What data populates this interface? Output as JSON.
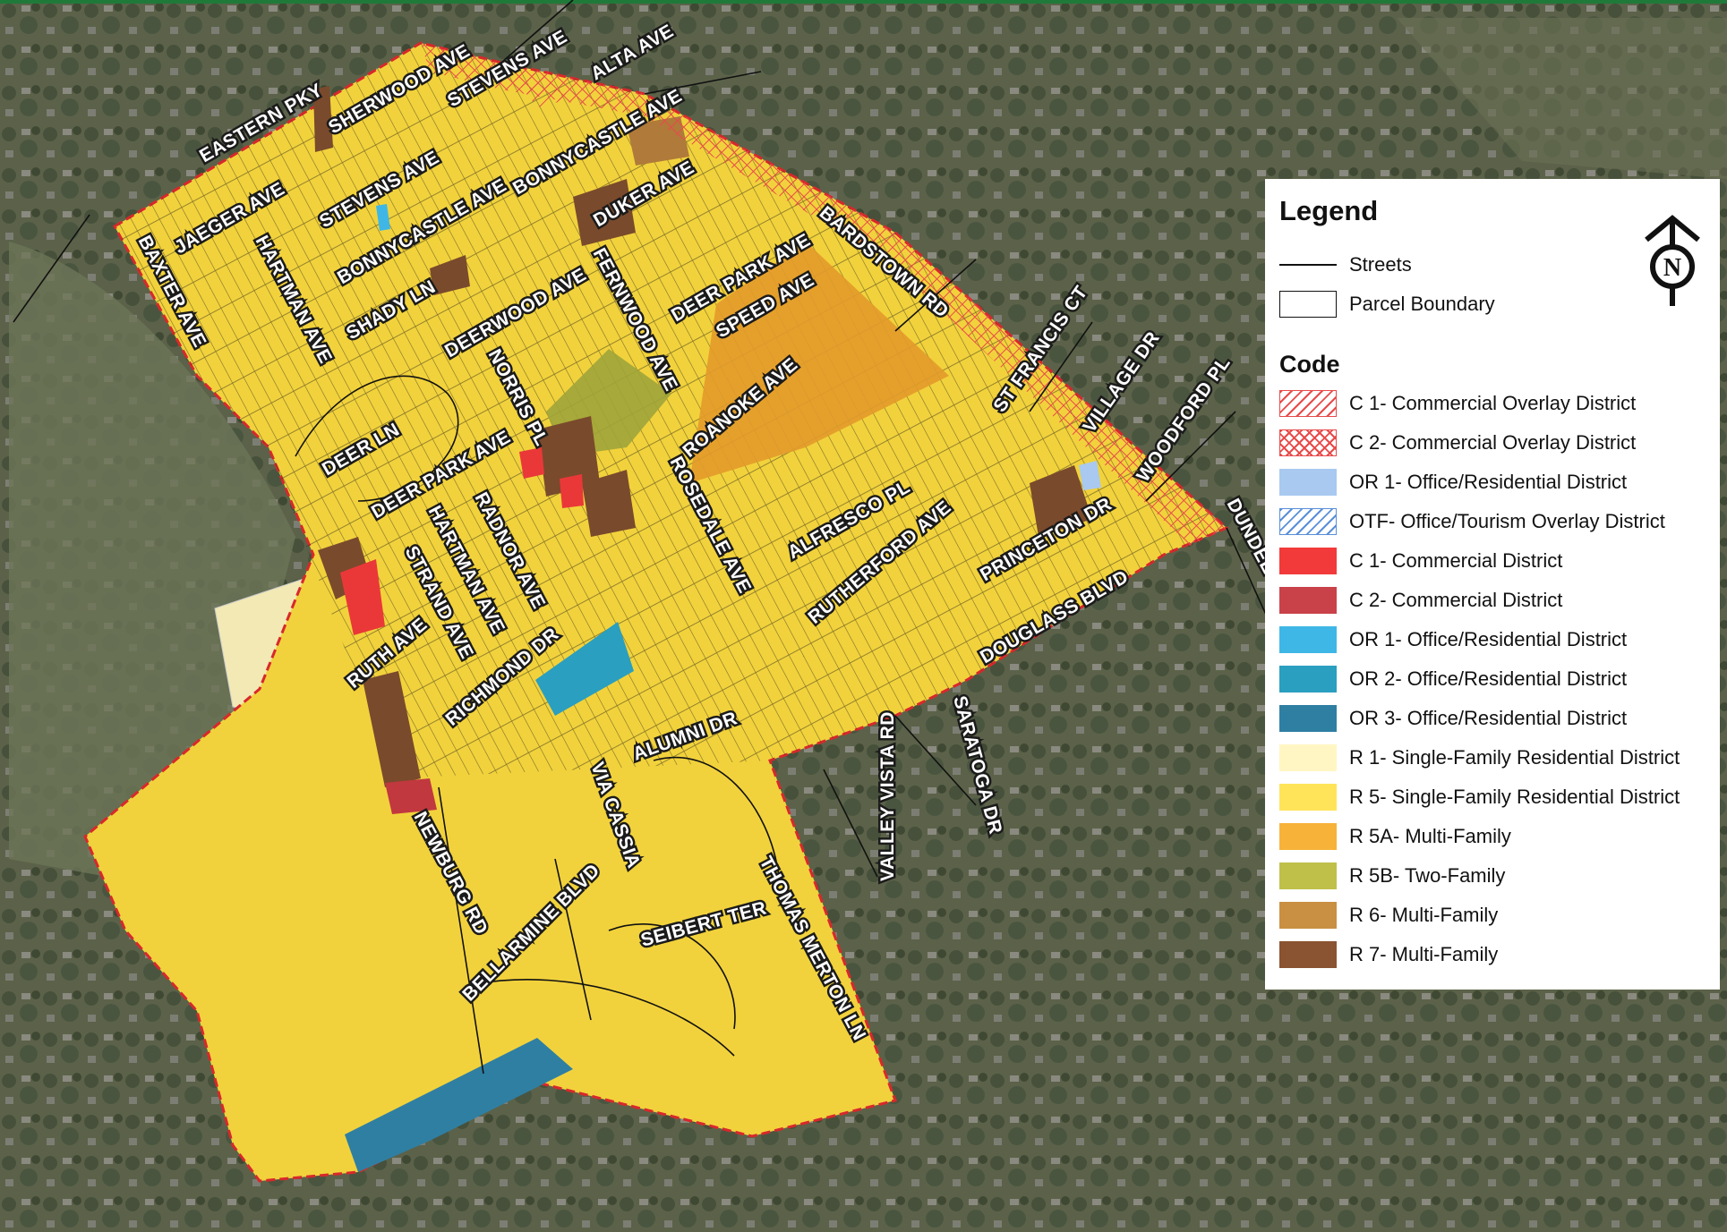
{
  "legend": {
    "title": "Legend",
    "streets_label": "Streets",
    "parcel_label": "Parcel Boundary",
    "code_title": "Code",
    "north_icon": "N",
    "codes": [
      {
        "label": "C 1- Commercial Overlay District",
        "color": "#e84a4a",
        "pattern": "diag"
      },
      {
        "label": "C 2- Commercial Overlay District",
        "color": "#e84a4a",
        "pattern": "cross"
      },
      {
        "label": "OR 1- Office/Residential District",
        "color": "#a9c9f0",
        "pattern": "solid"
      },
      {
        "label": "OTF- Office/Tourism Overlay District",
        "color": "#5a8fd9",
        "pattern": "diag"
      },
      {
        "label": "C 1- Commercial District",
        "color": "#f23a3a",
        "pattern": "solid"
      },
      {
        "label": "C 2- Commercial District",
        "color": "#c9424a",
        "pattern": "solid"
      },
      {
        "label": "OR 1- Office/Residential District",
        "color": "#3fb7e6",
        "pattern": "solid"
      },
      {
        "label": "OR 2- Office/Residential District",
        "color": "#2a9fbf",
        "pattern": "solid"
      },
      {
        "label": "OR 3- Office/Residential District",
        "color": "#2f7fa3",
        "pattern": "solid"
      },
      {
        "label": "R 1- Single-Family Residential District",
        "color": "#fff6c4",
        "pattern": "solid"
      },
      {
        "label": "R 5- Single-Family Residential District",
        "color": "#ffe45a",
        "pattern": "solid"
      },
      {
        "label": "R 5A- Multi-Family",
        "color": "#f7b23a",
        "pattern": "solid"
      },
      {
        "label": "R 5B- Two-Family",
        "color": "#bfc04a",
        "pattern": "solid"
      },
      {
        "label": "R 6- Multi-Family",
        "color": "#c98f43",
        "pattern": "solid"
      },
      {
        "label": "R 7- Multi-Family",
        "color": "#8a5332",
        "pattern": "solid"
      }
    ]
  },
  "streets": {
    "sherwood": "SHERWOOD AVE",
    "stevens_top": "STEVENS AVE",
    "alta": "ALTA AVE",
    "eastern": "EASTERN PKY",
    "bonnycastle_top": "BONNYCASTLE AVE",
    "stevens": "STEVENS AVE",
    "bonnycastle": "BONNYCASTLE AVE",
    "duker": "DUKER AVE",
    "jaeger": "JAEGER AVE",
    "baxter": "BAXTER AVE",
    "hartman_top": "HARTMAN AVE",
    "shady": "SHADY LN",
    "bardstown": "BARDSTOWN RD",
    "deerpark_top": "DEER PARK AVE",
    "fernwood": "FERNWOOD AVE",
    "deerwood": "DEERWOOD AVE",
    "speed": "SPEED AVE",
    "stfrancis": "ST FRANCIS CT",
    "norris": "NORRIS PL",
    "village": "VILLAGE DR",
    "woodford": "WOODFORD PL",
    "roanoke": "ROANOKE AVE",
    "deer_ln": "DEER LN",
    "deerpark": "DEER PARK AVE",
    "rosedale": "ROSEDALE AVE",
    "alfresco": "ALFRESCO PL",
    "radnor": "RADNOR AVE",
    "hartman": "HARTMAN AVE",
    "strand": "STRAND AVE",
    "princeton": "PRINCETON DR",
    "dundee": "DUNDEE R",
    "rutherford": "RUTHERFORD AVE",
    "douglass": "DOUGLASS BLVD",
    "ruth": "RUTH AVE",
    "richmond": "RICHMOND DR",
    "alumni": "ALUMNI DR",
    "valley": "VALLEY VISTA RD",
    "saratoga": "SARATOGA DR",
    "viacassia": "VIA CASSIA",
    "newburg": "NEWBURG RD",
    "thomas": "THOMAS MERTON LN",
    "seibert": "SEIBERT TER",
    "bellarmine": "BELLARMINE BLVD"
  }
}
